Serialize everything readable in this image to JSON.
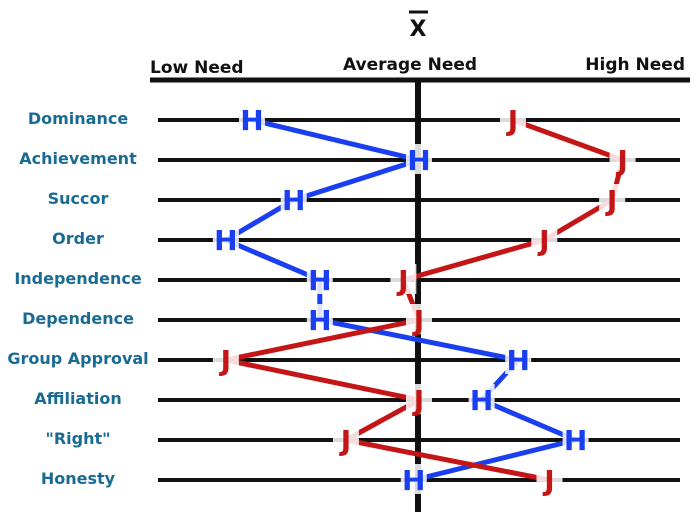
{
  "chart_data": {
    "type": "line",
    "title": "",
    "mean_symbol": "X",
    "scale_labels": {
      "low": "Low Need",
      "average": "Average Need",
      "high": "High Need"
    },
    "xlim": [
      0,
      10
    ],
    "categories": [
      "Dominance",
      "Achievement",
      "Succor",
      "Order",
      "Independence",
      "Dependence",
      "Group Approval",
      "Affiliation",
      "\"Right\"",
      "Honesty"
    ],
    "series": [
      {
        "name": "H",
        "marker": "H",
        "color": "#1a3ff0",
        "values": [
          1.8,
          5.0,
          2.6,
          1.3,
          3.1,
          3.1,
          6.9,
          6.2,
          8.0,
          4.9
        ]
      },
      {
        "name": "J",
        "marker": "J",
        "color": "#c41616",
        "values": [
          6.8,
          8.9,
          8.7,
          7.4,
          4.7,
          5.0,
          1.3,
          5.0,
          3.6,
          7.5
        ]
      }
    ],
    "grid": false,
    "legend": "none"
  }
}
